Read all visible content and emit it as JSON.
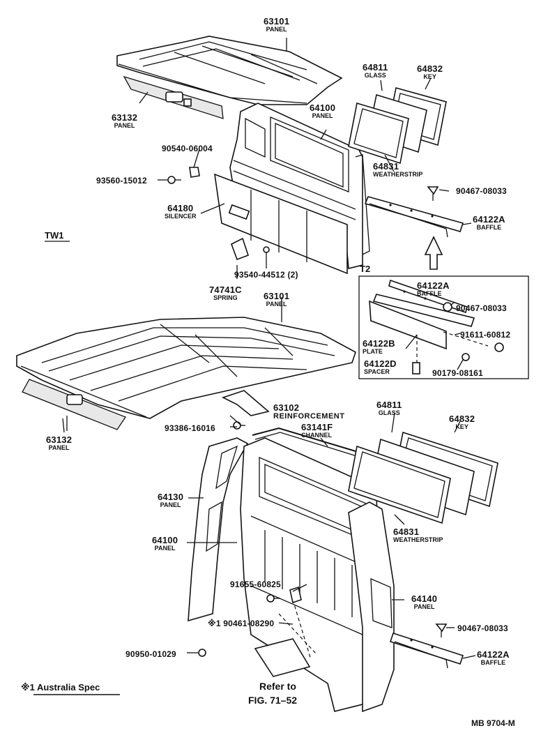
{
  "section_label": "TW1",
  "inset_label": "T2",
  "footnote": "※1 Australia Spec",
  "figure_ref": {
    "line1": "Refer to",
    "line2": "FIG. 71–52"
  },
  "code": "MB 9704-M",
  "parts": [
    {
      "id": "p1",
      "number": "63101",
      "name": "PANEL"
    },
    {
      "id": "p2",
      "number": "64811",
      "name": "GLASS"
    },
    {
      "id": "p3",
      "number": "64832",
      "name": "KEY"
    },
    {
      "id": "p4",
      "number": "63132",
      "name": "PANEL"
    },
    {
      "id": "p5",
      "number": "64100",
      "name": "PANEL"
    },
    {
      "id": "p6",
      "number": "90540-06004",
      "name": ""
    },
    {
      "id": "p7",
      "number": "93560-15012",
      "name": ""
    },
    {
      "id": "p8",
      "number": "64831",
      "name": "WEATHERSTRIP"
    },
    {
      "id": "p9",
      "number": "90467-08033",
      "name": ""
    },
    {
      "id": "p10",
      "number": "64180",
      "name": "SILENCER"
    },
    {
      "id": "p11",
      "number": "64122A",
      "name": "BAFFLE"
    },
    {
      "id": "p12",
      "number": "93540-44512 (2)",
      "name": ""
    },
    {
      "id": "p13",
      "number": "74741C",
      "name": "SPRING"
    },
    {
      "id": "p14",
      "number": "63101",
      "name": "PANEL"
    },
    {
      "id": "p15",
      "number": "64122A",
      "name": "BAFFLE"
    },
    {
      "id": "p16",
      "number": "90467-08033",
      "name": ""
    },
    {
      "id": "p17",
      "number": "91611-60812",
      "name": ""
    },
    {
      "id": "p18",
      "number": "64122B",
      "name": "PLATE"
    },
    {
      "id": "p19",
      "number": "64122D",
      "name": "SPACER"
    },
    {
      "id": "p20",
      "number": "90179-08161",
      "name": ""
    },
    {
      "id": "p21",
      "number": "63102",
      "name": "REINFORCEMENT"
    },
    {
      "id": "p22",
      "number": "64811",
      "name": "GLASS"
    },
    {
      "id": "p23",
      "number": "64832",
      "name": "KEY"
    },
    {
      "id": "p24",
      "number": "63132",
      "name": "PANEL"
    },
    {
      "id": "p25",
      "number": "93386-16016",
      "name": ""
    },
    {
      "id": "p26",
      "number": "63141F",
      "name": "CHANNEL"
    },
    {
      "id": "p27",
      "number": "64130",
      "name": "PANEL"
    },
    {
      "id": "p28",
      "number": "64831",
      "name": "WEATHERSTRIP"
    },
    {
      "id": "p29",
      "number": "64100",
      "name": "PANEL"
    },
    {
      "id": "p30",
      "number": "91655-60825",
      "name": ""
    },
    {
      "id": "p31",
      "number": "64140",
      "name": "PANEL"
    },
    {
      "id": "p32",
      "number": "※1 90461-08290",
      "name": ""
    },
    {
      "id": "p33",
      "number": "90467-08033",
      "name": ""
    },
    {
      "id": "p34",
      "number": "90950-01029",
      "name": ""
    },
    {
      "id": "p35",
      "number": "64122A",
      "name": "BAFFLE"
    }
  ]
}
